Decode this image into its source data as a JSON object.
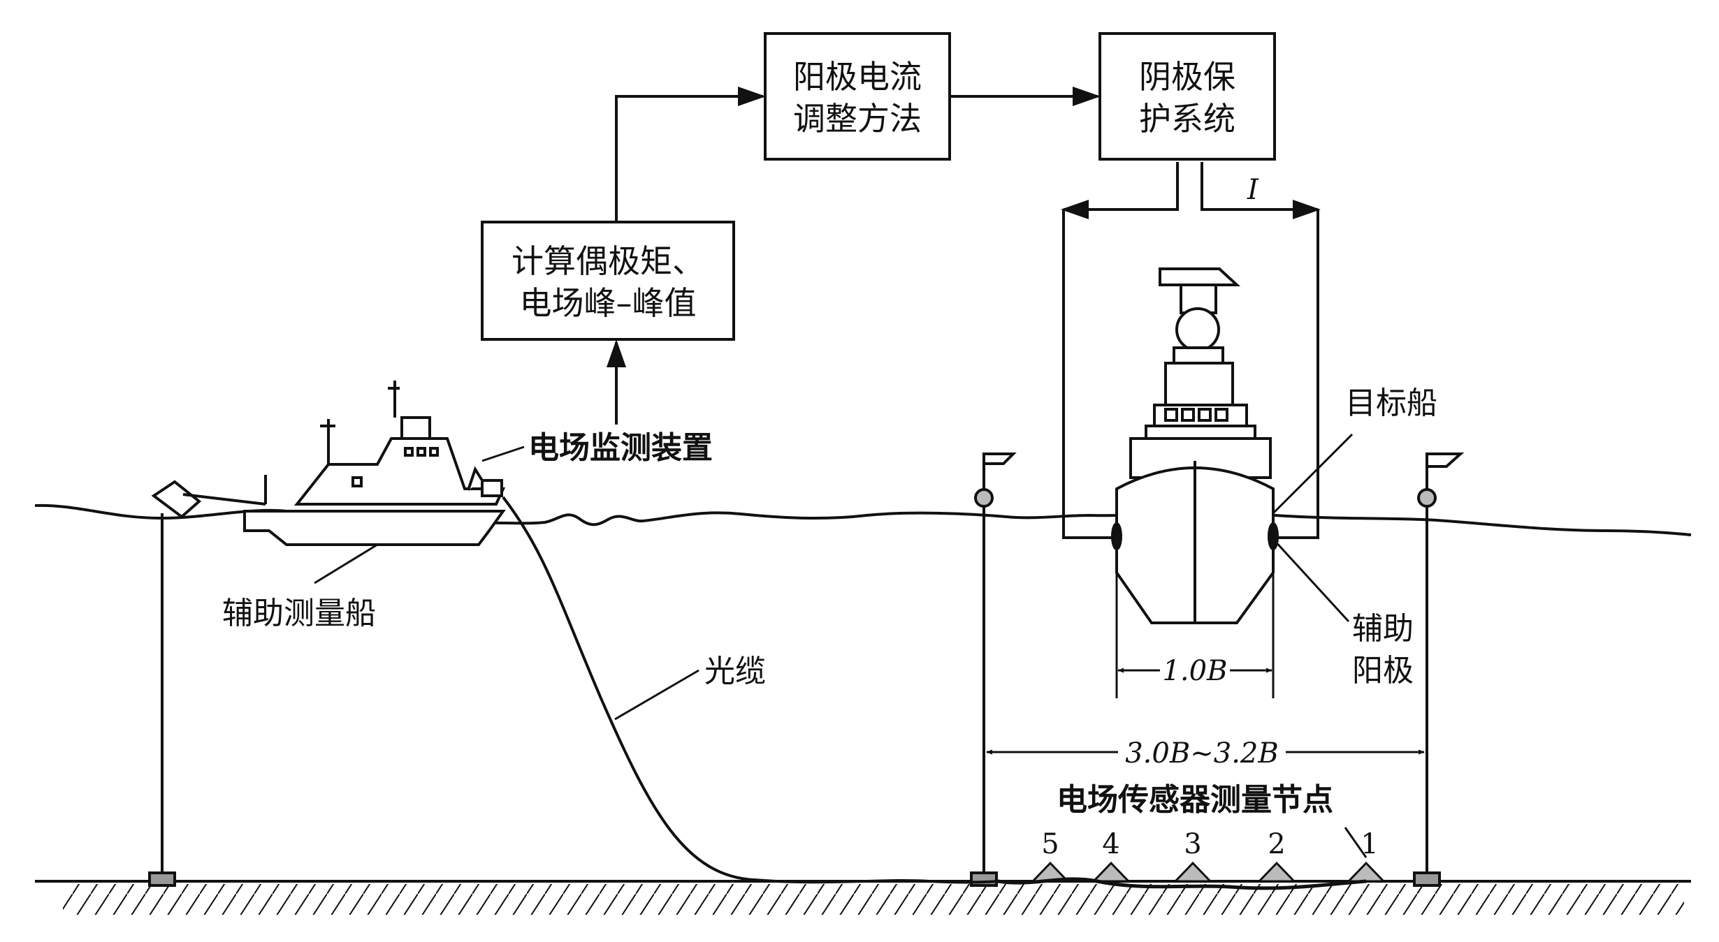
{
  "boxes": {
    "anode_method": [
      "阳极电流",
      "调整方法"
    ],
    "cathodic_system": [
      "阴极保",
      "护系统"
    ],
    "compute": [
      "计算偶极矩、",
      "电场峰–峰值"
    ]
  },
  "labels": {
    "current": "I",
    "target_ship": "目标船",
    "monitor": "电场监测装置",
    "aux_ship": "辅助测量船",
    "cable": "光缆",
    "aux_anode": [
      "辅助",
      "阳极"
    ],
    "width_1": "1.0B",
    "width_3": "3.0B~3.2B",
    "nodes_title": "电场传感器测量节点"
  },
  "nodes": [
    "5",
    "4",
    "3",
    "2",
    "1"
  ],
  "colors": {
    "line": "#111111",
    "background": "#ffffff"
  }
}
